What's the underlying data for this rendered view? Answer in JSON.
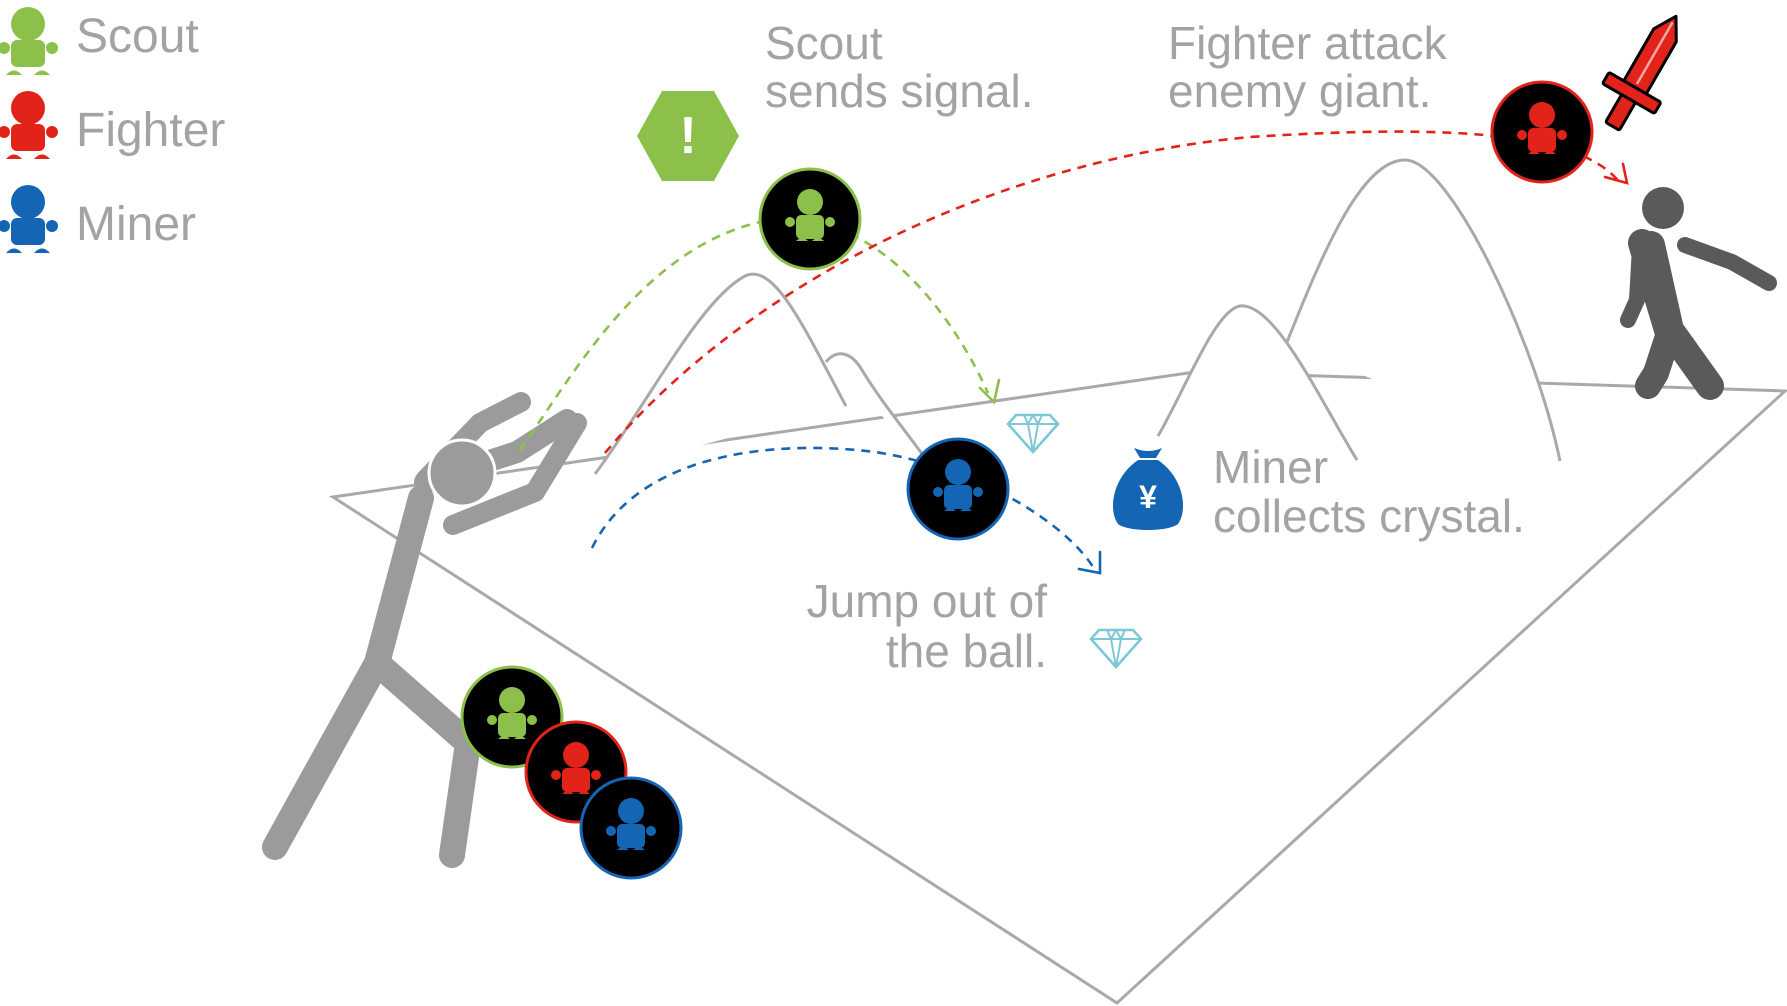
{
  "legend": [
    {
      "label": "Scout",
      "color": "#8cc04b"
    },
    {
      "label": "Fighter",
      "color": "#e2231a"
    },
    {
      "label": "Miner",
      "color": "#1466b4"
    }
  ],
  "annotations": {
    "scout_signal": [
      "Scout",
      "sends signal."
    ],
    "fighter_attack": [
      "Fighter attack",
      "enemy giant."
    ],
    "miner_collect": [
      "Miner",
      "collects crystal."
    ],
    "jump_out": [
      "Jump out of",
      "the ball."
    ]
  },
  "signal_glyph": "!",
  "money_glyph": "¥",
  "colors": {
    "scout": "#8cc04b",
    "fighter": "#e2231a",
    "miner": "#1466b4",
    "text": "#a3a3a3",
    "figure": "#9b9b9b",
    "giant": "#5a5a5a",
    "crystal": "#7cc8d6",
    "terrain": "#a9a9a9"
  },
  "icons": {
    "scout": "scout-robot-icon",
    "fighter": "fighter-robot-icon",
    "miner": "miner-robot-icon",
    "signal": "warning-hexagon-icon",
    "sword": "sword-icon",
    "money": "money-bag-icon",
    "crystal": "diamond-icon"
  }
}
